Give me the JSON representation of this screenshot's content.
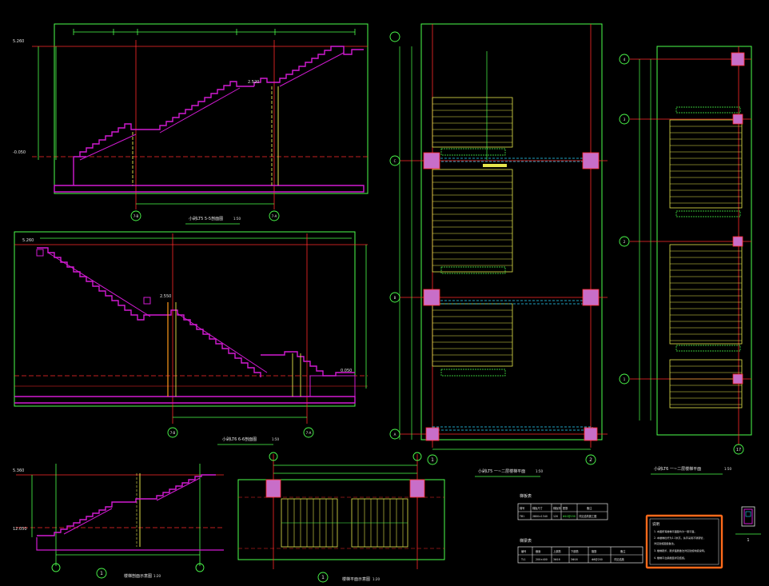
{
  "colors": {
    "background": "#000000",
    "frame": "#4cff4c",
    "axis": "#ff2a2a",
    "stair": "#d21bd2",
    "tread": "#e6e64c",
    "dim": "#4cff4c",
    "text": "#e6e6e6",
    "column": "#c86ec8",
    "cyan": "#2ad4ff",
    "orange": "#ff6a1a"
  },
  "drawings": {
    "s5": {
      "title": "小剁LT5 5-5剖面图",
      "scale": "1:50",
      "level_top": "5.260",
      "level_mid": "2.520",
      "level_low": "-0.050",
      "axis_left": "7-B",
      "axis_right": "7-A"
    },
    "s6": {
      "title": "小剁LT6 6-6剖面图",
      "scale": "1:50",
      "level_top": "5.260",
      "level_mid": "2.550",
      "level_low": "0.050",
      "axis_left": "7-B",
      "axis_right": "7-A"
    },
    "plan_lt5": {
      "title": "小剁LT5 一~二层楼梯平面",
      "scale": "1:50",
      "axis_bottom_left": "1",
      "axis_bottom_right": "2",
      "axis_rows": [
        "C",
        "B",
        "A"
      ]
    },
    "plan_lt6": {
      "title": "小剁LT6 一~二层楼梯平面",
      "scale": "1:50",
      "axis_bottom": "17",
      "axis_rows": [
        "4",
        "3",
        "2",
        "1"
      ]
    },
    "detail_section": {
      "title": "楼梯剖面示意图",
      "scale": "1:20",
      "marker": "1",
      "level_top": "5.360",
      "level_low": "12.050"
    },
    "detail_plan": {
      "title": "楼梯平面示意图",
      "scale": "1:20",
      "marker": "1"
    },
    "small_section": {
      "label": "1"
    }
  },
  "tables": {
    "stair_table": {
      "title": "梯板表",
      "headers": [
        "梯号",
        "梯板尺寸",
        "梯板厚",
        "配筋",
        "备注"
      ],
      "rows": [
        [
          "TB1",
          "2800×1340",
          "120",
          "Φ10@150",
          "详见结构施工图"
        ]
      ]
    },
    "beam_table": {
      "title": "梯梁表",
      "headers": [
        "编号",
        "截面",
        "上部筋",
        "下部筋",
        "箍筋",
        "备注"
      ],
      "rows": [
        [
          "TL1",
          "200×400",
          "3Φ16",
          "3Φ16",
          "Φ8@200",
          "详见结施"
        ]
      ]
    }
  },
  "notes": {
    "title": "说明",
    "items": [
      "1. 本图所有楼梯平面图均为一层平面。",
      "2. 本楼梯栏杆为1.1米高，扶手采用不锈钢管，",
      "   详见建施图集做法。",
      "3. 楼梯踏步，踏步面层做法详见建施构造说明。",
      "4. 楼梯平台梁截面详见结施。"
    ]
  }
}
